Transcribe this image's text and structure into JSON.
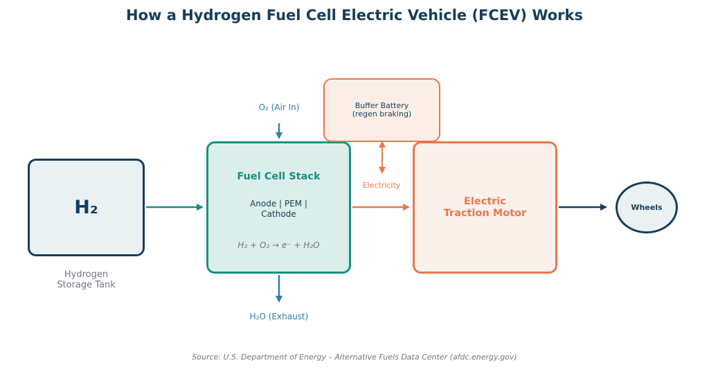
{
  "title": "How a Hydrogen Fuel Cell Electric Vehicle (FCEV) Works",
  "tank": {
    "symbol": "H₂",
    "caption_line1": "Hydrogen",
    "caption_line2": "Storage Tank"
  },
  "fuel_cell": {
    "title": "Fuel Cell Stack",
    "layers_line1": "Anode | PEM |",
    "layers_line2": "Cathode",
    "equation": "H₂ + O₂ → e⁻ + H₂O"
  },
  "air_in": "O₂ (Air In)",
  "exhaust": "H₂O (Exhaust)",
  "battery": {
    "line1": "Buffer Battery",
    "line2": "(regen braking)"
  },
  "electricity_label": "Electricity",
  "motor": {
    "line1": "Electric",
    "line2": "Traction Motor"
  },
  "wheels": "Wheels",
  "source": "Source: U.S. Department of Energy – Alternative Fuels Data Center (afdc.energy.gov)",
  "colors": {
    "navy": "#163d5c",
    "teal": "#178f82",
    "orange": "#e8774f",
    "blue": "#2f7ea8",
    "gray": "#6f7780"
  }
}
